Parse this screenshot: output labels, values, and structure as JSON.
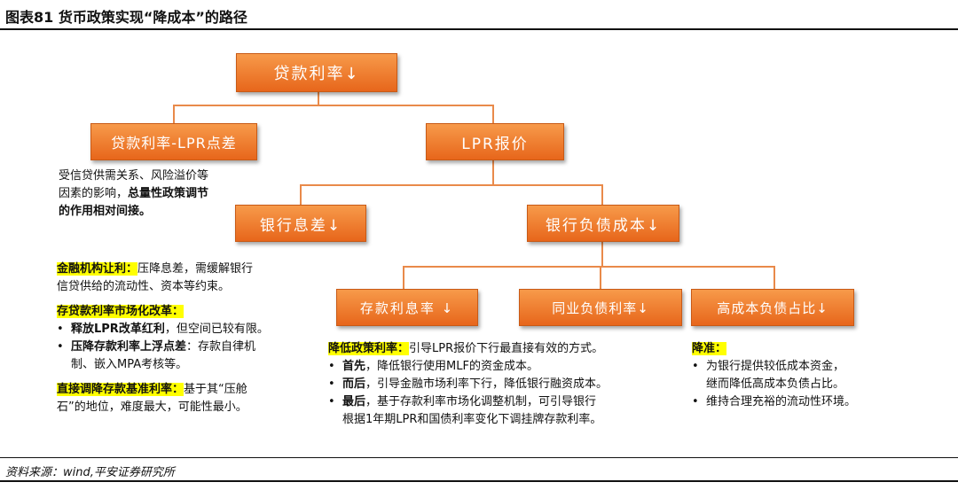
{
  "header": {
    "title": "图表81   货币政策实现“降成本”的路径"
  },
  "boxes": {
    "loan_rate": "贷款利率↓",
    "loan_lpr_spread": "贷款利率-LPR点差",
    "lpr_quote": "LPR报价",
    "bank_nim": "银行息差↓",
    "bank_liability_cost": "银行负债成本↓",
    "deposit_rate": "存款利息率 ↓",
    "interbank_rate": "同业负债利率↓",
    "high_cost_ratio": "高成本负债占比↓"
  },
  "left_note": {
    "line1": "受信贷供需关系、风险溢价等",
    "line2_plain": "因素的影响，",
    "line2_bold": "总量性政策调节",
    "line3_bold": "的作用相对间接。"
  },
  "left_block": {
    "p1_label": "金融机构让利：",
    "p1_text_a": "压降息差，需缓解银行",
    "p1_text_b": "信贷供给的流动性、资本等约束。",
    "p2_label": "存贷款利率市场化改革：",
    "p2_b1_bold": "释放LPR改革红利",
    "p2_b1_text": "，但空间已较有限。",
    "p2_b2_bold": "压降存款利率上浮点差",
    "p2_b2_text_a": "：存款自律机",
    "p2_b2_text_b": "制、嵌入MPA考核等。",
    "p3_label": "直接调降存款基准利率：",
    "p3_text_a": "基于其“压舱",
    "p3_text_b": "石”的地位，难度最大，可能性最小。"
  },
  "middle_block": {
    "label": "降低政策利率：",
    "text": "引导LPR报价下行最直接有效的方式。",
    "b1_bold": "首先",
    "b1_text": "，降低银行使用MLF的资金成本。",
    "b2_bold": "而后",
    "b2_text": "，引导金融市场利率下行，降低银行融资成本。",
    "b3_bold": "最后",
    "b3_text_a": "，基于存款利率市场化调整机制，可引导银行",
    "b3_text_b": "根据1年期LPR和国债利率变化下调挂牌存款利率。"
  },
  "right_block": {
    "label": "降准：",
    "b1_a": "为银行提供较低成本资金，",
    "b1_b": "继而降低高成本负债占比。",
    "b2": "维持合理充裕的流动性环境。"
  },
  "bullet": "•",
  "footer": {
    "source": "资料来源：wind,平安证券研究所"
  },
  "colors": {
    "box_fill": "#f08a3c",
    "connector": "#e98a4a",
    "highlight": "#ffff00"
  }
}
